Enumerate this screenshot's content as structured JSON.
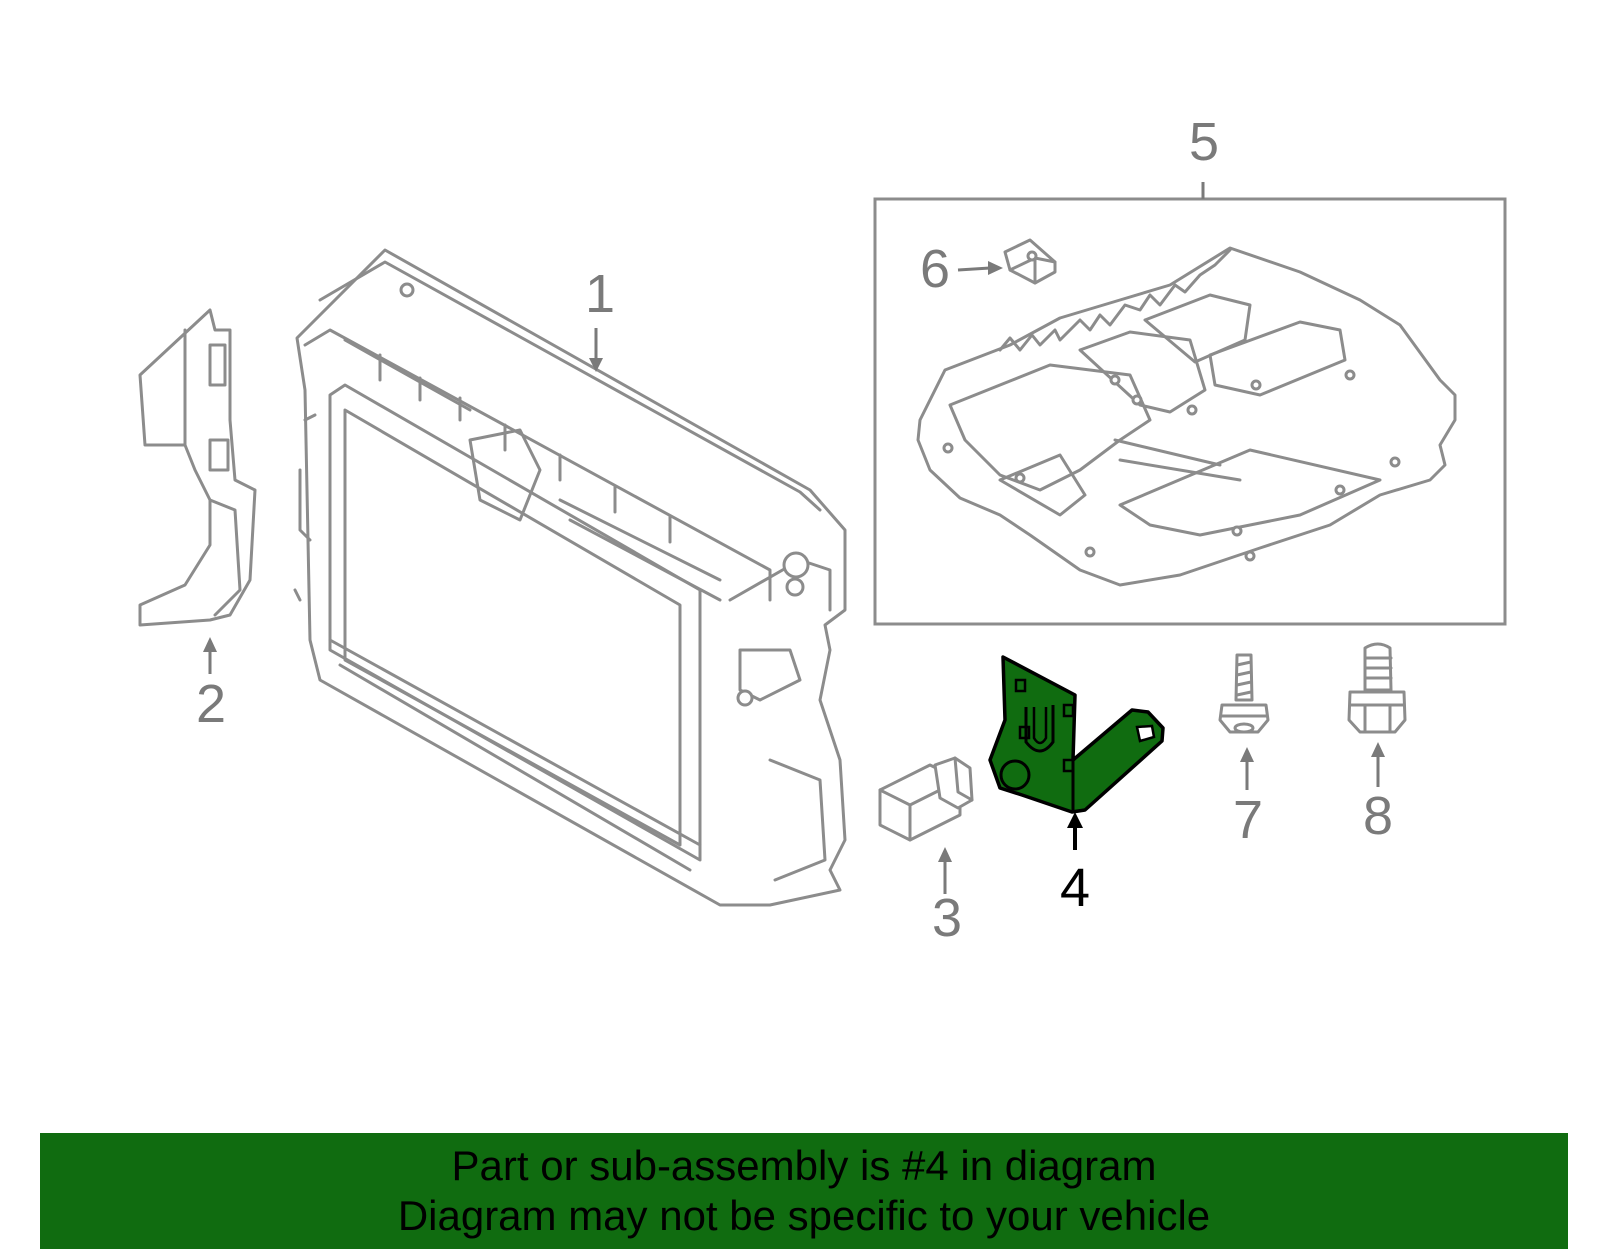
{
  "callouts": {
    "c1": "1",
    "c2": "2",
    "c3": "3",
    "c4": "4",
    "c5": "5",
    "c6": "6",
    "c7": "7",
    "c8": "8"
  },
  "highlighted_part": "4",
  "colors": {
    "highlight_fill": "#106c10",
    "banner_background": "#106c10",
    "line_gray": "#8c8c8c",
    "label_gray": "#7a7a7a"
  },
  "banner": {
    "line1": "Part or sub-assembly is #4 in diagram",
    "line2": "Diagram may not be specific to your vehicle"
  }
}
